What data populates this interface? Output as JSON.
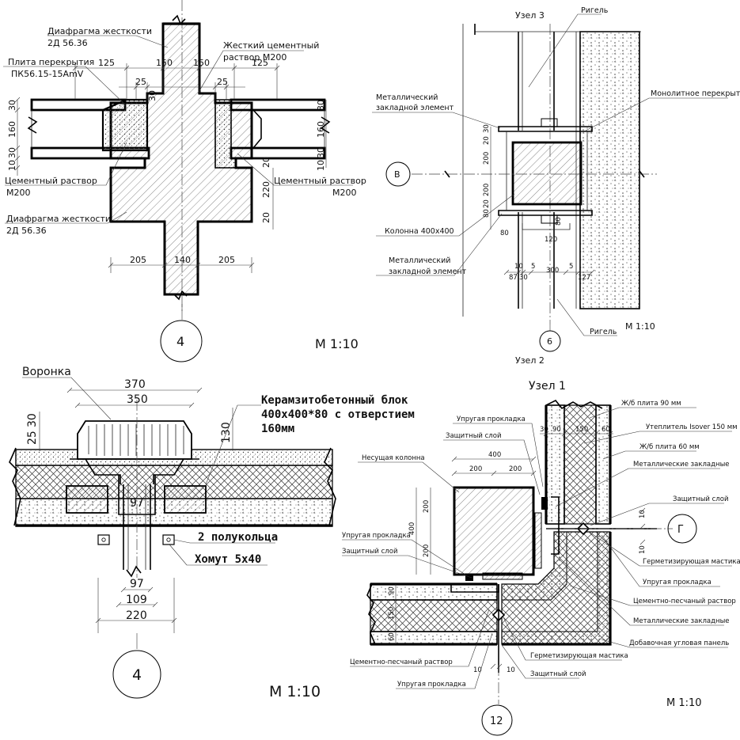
{
  "q4": {
    "labels": {
      "diaphragm_top": "Диафрагма жесткости",
      "diaphragm_top_code": "2Д 56.36",
      "slab": "Плита перекрытия",
      "slab_code": "ПК56.15-15AmV",
      "mortar_hard_1": "Жесткий цементный",
      "mortar_hard_2": "раствор М200",
      "mortar_left_1": "Цементный раствор",
      "mortar_left_2": "М200",
      "mortar_right_1": "Цементный раствор",
      "mortar_right_2": "М200",
      "diaphragm_bottom": "Диафрагма жесткости",
      "diaphragm_bottom_code": "2Д 56.36"
    },
    "dims": {
      "d125_left": "125",
      "d150_left": "150",
      "d150_right": "150",
      "d125_right": "125",
      "d25_left": "25",
      "d30_mid": "30",
      "d25_right": "25",
      "d30_a": "30",
      "d160": "160",
      "d30_b": "30",
      "d10": "10",
      "d160_r": "160",
      "d30_r": "30",
      "d10_r": "10",
      "d220": "220",
      "d20_a": "20",
      "d20_b": "20",
      "d205_left": "205",
      "d140": "140",
      "d205_right": "205"
    },
    "marker": "4",
    "scale": "М 1:10"
  },
  "q6": {
    "labels": {
      "title": "Узел 3",
      "rigel_top": "Ригель",
      "embed_top_1": "Металлический",
      "embed_top_2": "закладной элемент",
      "monolith": "Монолитное перекрытие",
      "column": "Колонна 400х400",
      "embed_bottom_1": "Металлический",
      "embed_bottom_2": "закладной элемент",
      "rigel_bottom": "Ригель",
      "axis_b": "В",
      "bottom_title": "Узел 2"
    },
    "dims": {
      "d20_a": "20",
      "d30_a": "30",
      "d200_a": "200",
      "d200_b": "200",
      "d80_a": "80",
      "d20_b": "20",
      "d80_b": "80",
      "d80_c": "80",
      "d120": "120",
      "d5_a": "5",
      "d10": "10",
      "d30_b": "30",
      "d5_b": "5",
      "d87": "87",
      "d300": "300",
      "d127": "127"
    },
    "marker": "6",
    "scale": "М 1:10"
  },
  "qv": {
    "labels": {
      "funnel": "Воронка",
      "block_1": "Керамзитобетонный блок",
      "block_2": "400х400*80 с отверстием",
      "block_3": "160мм",
      "rings": "2 полукольца",
      "clamp": "Хомут 5х40"
    },
    "dims": {
      "d370": "370",
      "d350": "350",
      "d25": "25",
      "d30": "30",
      "d130": "130",
      "d97_top": "97",
      "d97": "97",
      "d109": "109",
      "d220": "220"
    },
    "marker": "4",
    "scale": "М 1:10"
  },
  "q12": {
    "labels": {
      "title": "Узел 1",
      "elastic_1": "Упругая прокладка",
      "protect_1": "Защитный слой",
      "bearing": "Несущая колонна",
      "slab90": "Ж/б плита 90 мм",
      "insul": "Утеплитель Isover 150 мм",
      "slab60": "Ж/б плита 60 мм",
      "embeds_1": "Металлические закладные",
      "protect_2": "Защитный слой",
      "sealant_1": "Герметизирующая мастика",
      "elastic_2": "Упругая прокладка",
      "mortar_1": "Цементно-песчаный раствор",
      "embeds_2": "Металлические закладные",
      "corner": "Добавочная угловая панель",
      "elastic_l": "Упругая прокладка",
      "protect_l": "Защитный слой",
      "mortar_b": "Цементно-песчаный раствор",
      "elastic_b": "Упругая прокладка",
      "sealant_b": "Герметизирующая мастика",
      "protect_b": "Защитный слой",
      "axis_g": "Г"
    },
    "dims": {
      "d30": "30",
      "d90": "90",
      "d150": "150",
      "d60": "60",
      "d400": "400",
      "d200_a": "200",
      "d200_b": "200",
      "d200_v1": "200",
      "d400_v": "400",
      "d200_v2": "200",
      "d90_v": "90",
      "d150_v": "150",
      "d60_v": "60",
      "d10_r1": "10",
      "d10_r2": "10",
      "d10_b1": "10",
      "d10_b2": "10"
    },
    "marker": "12",
    "scale": "М 1:10"
  }
}
